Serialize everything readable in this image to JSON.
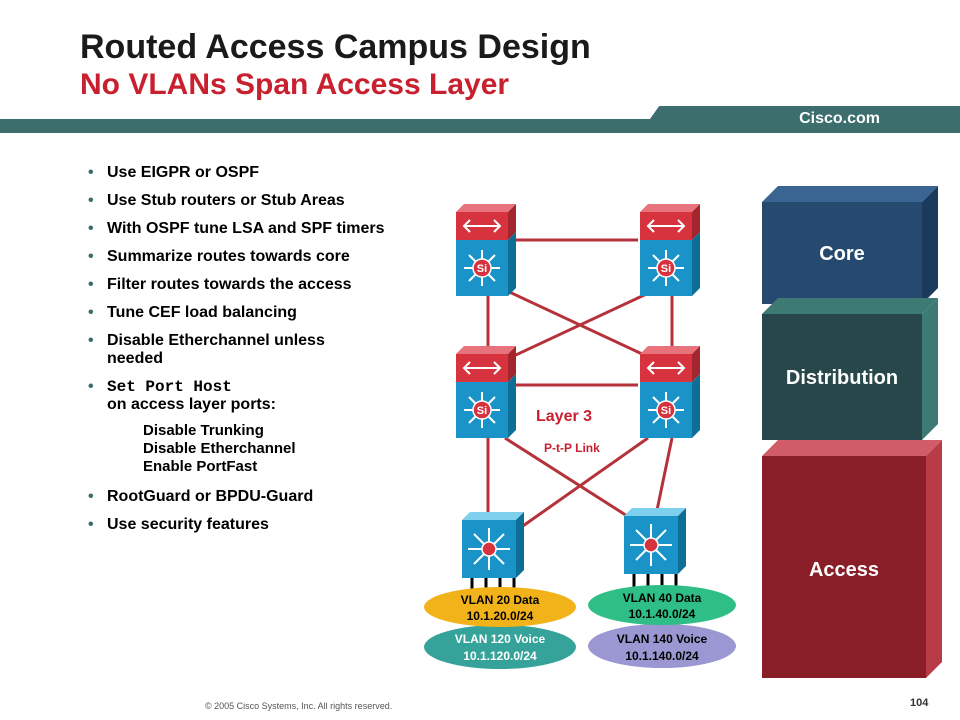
{
  "header": {
    "title": "Routed Access Campus Design",
    "subtitle": "No VLANs Span Access Layer",
    "brand": "Cisco.com"
  },
  "bullets": [
    "Use EIGPR or OSPF",
    "Use Stub routers or Stub Areas",
    "With OSPF tune LSA and SPF timers",
    "Summarize routes towards core",
    "Filter routes towards the access",
    "Tune CEF load balancing",
    "Disable Etherchannel unless needed"
  ],
  "port_host": {
    "code": "Set Port Host",
    "text": "on access layer ports:",
    "sub_items": [
      "Disable Trunking",
      "Disable Etherchannel",
      "Enable PortFast"
    ]
  },
  "bullets_after": [
    "RootGuard or BPDU-Guard",
    "Use security features"
  ],
  "diagram": {
    "switch_badge": "Si",
    "layer_label": "Layer 3",
    "link_label": "P-t-P Link",
    "vlans": {
      "left_data": {
        "name": "VLAN 20 Data",
        "subnet": "10.1.20.0/24",
        "color": "#f2b21a"
      },
      "left_voice": {
        "name": "VLAN 120 Voice",
        "subnet": "10.1.120.0/24",
        "color": "#36a39a"
      },
      "right_data": {
        "name": "VLAN 40 Data",
        "subnet": "10.1.40.0/24",
        "color": "#2fbf86"
      },
      "right_voice": {
        "name": "VLAN 140 Voice",
        "subnet": "10.1.140.0/24",
        "color": "#9b97d2"
      }
    }
  },
  "layers": {
    "core": {
      "label": "Core",
      "color": "#25496f"
    },
    "distribution": {
      "label": "Distribution",
      "color": "#27474a"
    },
    "access": {
      "label": "Access",
      "color": "#8a1e28"
    }
  },
  "footer": {
    "copyright": "© 2005 Cisco Systems, Inc. All rights reserved.",
    "page": "104"
  }
}
